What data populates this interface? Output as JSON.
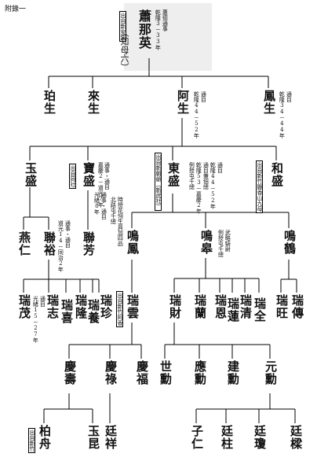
{
  "header": {
    "label": "附錄一"
  },
  "gen1": {
    "name": "蕭那英",
    "alias": "（知母六）",
    "tag": "出自新安溪",
    "notes": [
      "惠德通事",
      "乾隆3－33年"
    ]
  },
  "gen2": [
    {
      "name": "珀生"
    },
    {
      "name": "來生"
    },
    {
      "name": "阿生",
      "notes": [
        "通目",
        "乾隆44－52年"
      ]
    },
    {
      "name": "鳳生",
      "notes": [
        "通目",
        "乾隆34－44年"
      ]
    }
  ],
  "gen3": [
    {
      "name": "玉盛"
    },
    {
      "name": "寶盛",
      "tag": "出自同社",
      "notes": [
        "通事・通目",
        "嘉慶2－道光7年"
      ]
    },
    {
      "name": "東盛",
      "tag": "出自新朝爺（新武社）",
      "notes": [
        "通目",
        "乾隆44－52年",
        "通目兼佃總",
        "乾隆53－嘉慶2年",
        "例授屯千總"
      ]
    },
    {
      "name": "和盛",
      "tag": "出自新竹縣香山九母"
    }
  ],
  "gen4": [
    {
      "name": "燕仁"
    },
    {
      "name": "聯裕",
      "notes": [
        "通事・通目",
        "道光14－同治2年"
      ]
    },
    {
      "name": "聯芳",
      "notes": [
        "通事・通目",
        "光緒8年"
      ]
    },
    {
      "name": "鳴鳳",
      "notes": [
        "時授花翎生員加四品",
        "北路屯千總"
      ]
    },
    {
      "name": "鳴皋",
      "notes": [
        "武略騎尉",
        "例授屯千總"
      ]
    },
    {
      "name": "鳴鶴"
    }
  ],
  "gen5": [
    {
      "name": "瑞茂",
      "notes": [
        "通目",
        "光緒15－27年"
      ]
    },
    {
      "name": "瑞志"
    },
    {
      "name": "瑞喜"
    },
    {
      "name": "瑞隆"
    },
    {
      "name": "瑞養"
    },
    {
      "name": "瑞珍"
    },
    {
      "name": "瑞雲",
      "tag": "出自新竹阿香"
    },
    {
      "name": "瑞財"
    },
    {
      "name": "瑞蘭"
    },
    {
      "name": "瑞恩"
    },
    {
      "name": "瑞蓮"
    },
    {
      "name": "瑞清"
    },
    {
      "name": "瑞全"
    },
    {
      "name": "瑞旺"
    },
    {
      "name": "瑞傳"
    }
  ],
  "gen6": [
    {
      "name": "慶壽"
    },
    {
      "name": "慶祿"
    },
    {
      "name": "慶福"
    },
    {
      "name": "世勳"
    },
    {
      "name": "應勳"
    },
    {
      "name": "建勳"
    },
    {
      "name": "元勳"
    }
  ],
  "gen7": [
    {
      "name": "柏舟",
      "tag": "出自新竹"
    },
    {
      "name": "玉昆"
    },
    {
      "name": "廷祥"
    },
    {
      "name": "子仁"
    },
    {
      "name": "廷柱"
    },
    {
      "name": "廷瓊"
    },
    {
      "name": "廷樑"
    }
  ]
}
